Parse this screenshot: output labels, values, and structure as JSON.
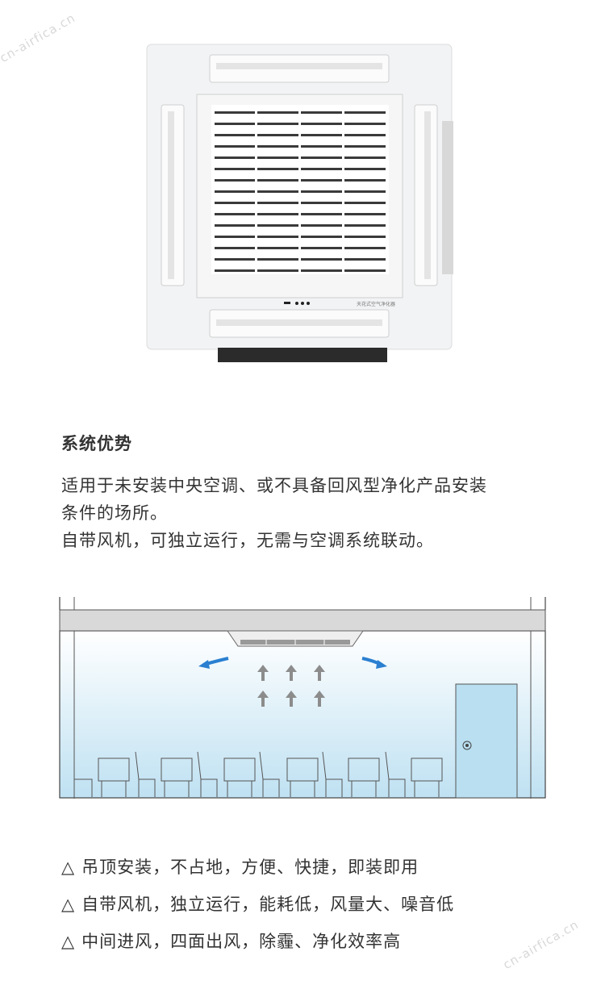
{
  "product_panel_label": "天花式空气净化器",
  "watermark": "cn-airfica.cn",
  "section": {
    "title": "系统优势",
    "desc_lines": [
      "适用于未安装中央空调、或不具备回风型净化产品安装",
      "条件的场所。",
      "自带风机，可独立运行，无需与空调系统联动。"
    ]
  },
  "features": [
    {
      "marker": "△",
      "text": "吊顶安装，不占地，方便、快捷，即装即用"
    },
    {
      "marker": "△",
      "text": "自带风机，独立运行，能耗低，风量大、噪音低"
    },
    {
      "marker": "△",
      "text": "中间进风，四面出风，除霾、净化效率高"
    }
  ],
  "colors": {
    "room_gradient_top": "#ffffff",
    "room_gradient_bottom": "#bfe1f2",
    "door": "#b9dff0",
    "airflow_arrow": "#2a7fd0",
    "intake_arrow": "#8c8c8c"
  }
}
